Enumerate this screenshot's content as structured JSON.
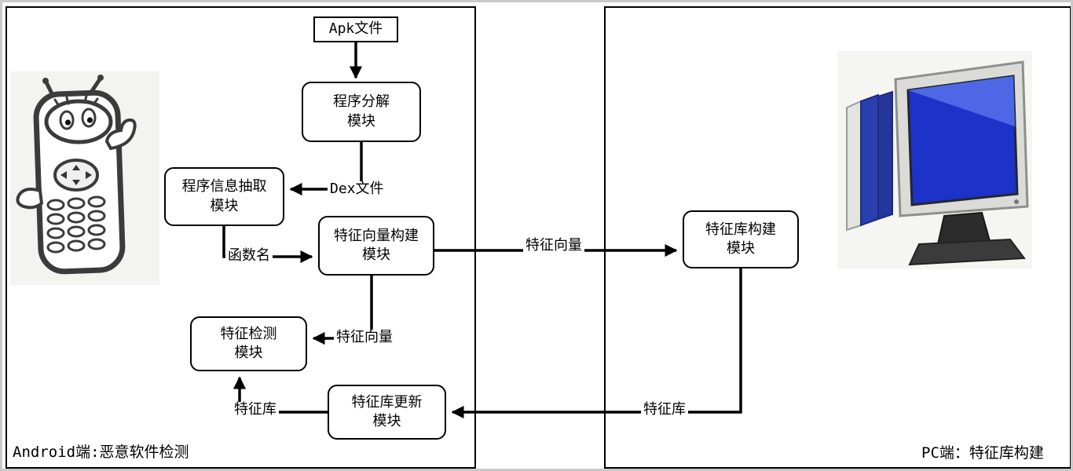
{
  "panels": {
    "android": {
      "caption": "Android端:恶意软件检测"
    },
    "pc": {
      "caption": "PC端：特征库构建"
    }
  },
  "nodes": {
    "apk_file": "Apk文件",
    "program_decompose": "程序分解\n模块",
    "program_info_extract": "程序信息抽取\n模块",
    "feature_vector_build": "特征向量构建\n模块",
    "feature_detect": "特征检测\n模块",
    "feature_lib_update": "特征库更新\n模块",
    "feature_lib_build": "特征库构建\n模块"
  },
  "edge_labels": {
    "dex_file": "Dex文件",
    "function_name": "函数名",
    "feature_vector_to_pc": "特征向量",
    "feature_vector_down": "特征向量",
    "feature_lib_up": "特征库",
    "feature_lib_from_pc": "特征库"
  },
  "illustrations": {
    "android_side": "cartoon-mobile-phone",
    "pc_side": "desktop-computer"
  }
}
